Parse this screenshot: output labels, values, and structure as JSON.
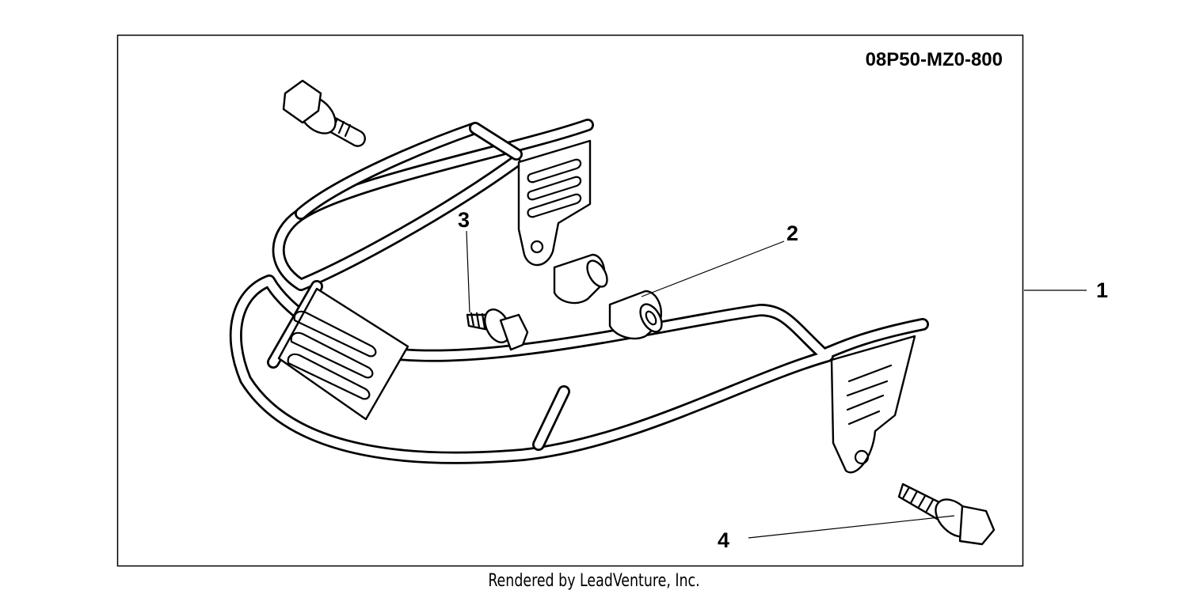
{
  "diagram": {
    "part_number": "08P50-MZ0-800",
    "callouts": [
      "1",
      "2",
      "3",
      "4"
    ]
  },
  "footer": {
    "text": "Rendered by LeadVenture, Inc."
  },
  "colors": {
    "line": "#000000",
    "background": "#ffffff"
  }
}
